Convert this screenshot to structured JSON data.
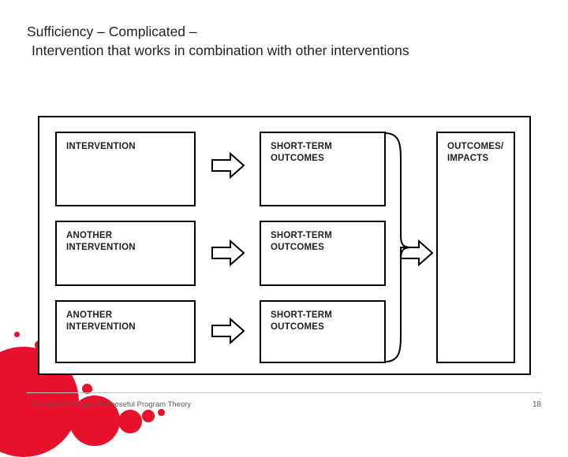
{
  "slide": {
    "title_line1": "Sufficiency – Complicated –",
    "title_line2": "Intervention that works in combination with other interventions",
    "accent_color": "#e8102a",
    "text_color": "#231f20"
  },
  "diagram": {
    "boxes": [
      {
        "id": "intervention-1",
        "label": "INTERVENTION"
      },
      {
        "id": "short-term-1",
        "label": "SHORT-TERM\nOUTCOMES"
      },
      {
        "id": "outcomes-impacts",
        "label": "OUTCOMES/\nIMPACTS"
      },
      {
        "id": "intervention-2",
        "label": "ANOTHER\nINTERVENTION"
      },
      {
        "id": "short-term-2",
        "label": "SHORT-TERM\nOUTCOMES"
      },
      {
        "id": "intervention-3",
        "label": "ANOTHER\nINTERVENTION"
      },
      {
        "id": "short-term-3",
        "label": "SHORT-TERM\nOUTCOMES"
      }
    ],
    "arrows": [
      {
        "id": "arrow-row-1",
        "direction": "right"
      },
      {
        "id": "arrow-row-2",
        "direction": "right"
      },
      {
        "id": "arrow-row-3",
        "direction": "right"
      },
      {
        "id": "arrow-to-outcomes",
        "direction": "right"
      }
    ],
    "brace": {
      "id": "grouping-brace",
      "orientation": "right"
    }
  },
  "footer": {
    "source": "Funnell and Rogers Purposeful Program Theory",
    "page_number": "18"
  }
}
